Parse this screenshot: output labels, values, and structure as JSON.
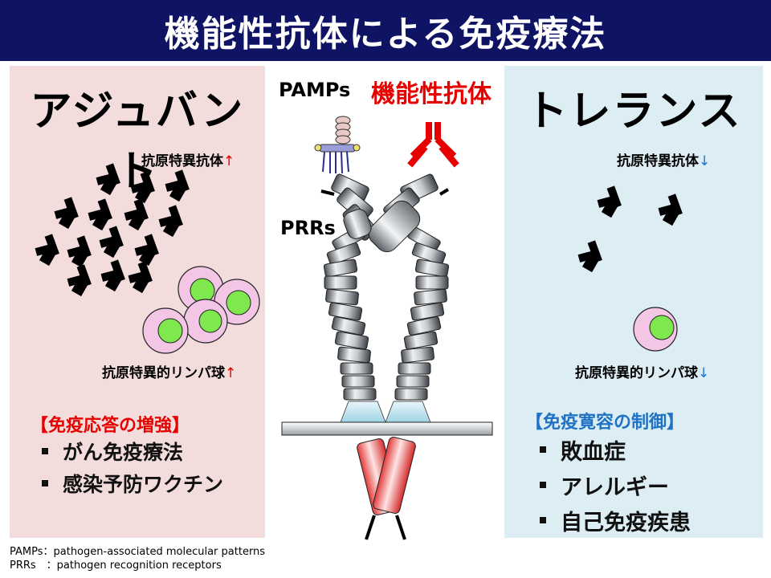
{
  "title": "機能性抗体による免疫療法",
  "adjuvant": {
    "heading": "アジュバント",
    "antibody_label": "抗原特異抗体",
    "antibody_arrow": "↑",
    "lymph_label": "抗原特異的リンパ球",
    "lymph_arrow": "↑",
    "section_title": "【免疫応答の増強】",
    "items": [
      "がん免疫療法",
      "感染予防ワクチン"
    ]
  },
  "tolerance": {
    "heading": "トレランス",
    "antibody_label": "抗原特異抗体",
    "antibody_arrow": "↓",
    "lymph_label": "抗原特異的リンパ球",
    "lymph_arrow": "↓",
    "section_title": "【免疫寛容の制御】",
    "items": [
      "敗血症",
      "アレルギー",
      "自己免疫疾患"
    ]
  },
  "center": {
    "pamps_label": "PAMPs",
    "functional_antibody_label": "機能性抗体",
    "prrs_label": "PRRs"
  },
  "footnotes": {
    "pamps": "PAMPs：pathogen-associated molecular patterns",
    "prrs": "PRRs　：pathogen recognition receptors"
  },
  "colors": {
    "banner": "#0e1363",
    "adjuvant_panel": "#f3dcdc",
    "tolerance_panel": "#dcedf4",
    "increase_red": "#e60000",
    "decrease_blue": "#1a73d9",
    "cell_membrane": "#f4c6e6",
    "cell_nucleus": "#7fe84f"
  }
}
